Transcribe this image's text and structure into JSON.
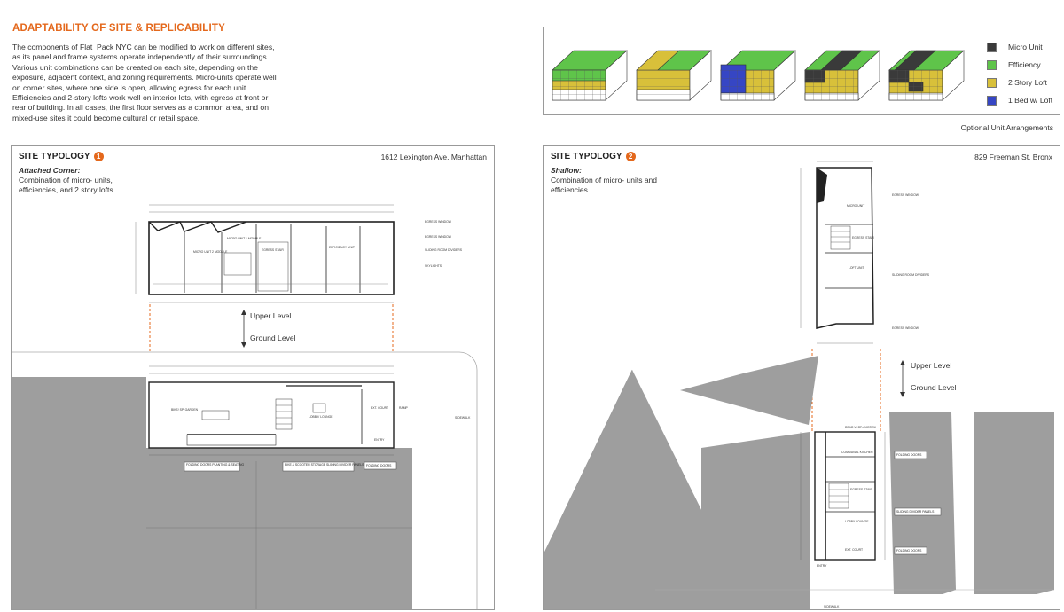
{
  "header": {
    "title": "ADAPTABILITY OF SITE & REPLICABILITY",
    "intro": "The components of Flat_Pack NYC can be modified to work on different sites, as its panel and frame systems operate independently of their surroundings. Various unit combinations can be created on each site, depending on the exposure, adjacent context, and zoning requirements. Micro-units operate well on corner sites, where one side is open, allowing egress for each unit. Efficiencies and 2-story lofts work well on interior lots, with egress at front or rear of building. In all cases, the first floor serves as a common area, and on mixed-use sites it could become cultural or retail space."
  },
  "arrangements": {
    "caption": "Optional Unit Arrangements",
    "legend": [
      {
        "label": "Micro Unit",
        "color": "#3a3a3a"
      },
      {
        "label": "Efficiency",
        "color": "#5fc44a"
      },
      {
        "label": "2 Story Loft",
        "color": "#d8c03a"
      },
      {
        "label": "1 Bed w/ Loft",
        "color": "#3646c4"
      }
    ]
  },
  "site1": {
    "label": "SITE TYPOLOGY",
    "number": "1",
    "address": "1612 Lexington Ave. Manhattan",
    "type": "Attached Corner:",
    "description": "Combination of micro- units, efficiencies, and 2 story lofts",
    "upper": "Upper Level",
    "ground": "Ground Level",
    "plan_labels": {
      "micro2": "MICRO UNIT 2 MODULE",
      "micro1": "MICRO UNIT 1 MODULE",
      "egress_stair": "EGRESS STAIR",
      "efficiency": "EFFICIENCY UNIT",
      "egress_window": "EGRESS WINDOW",
      "sliding": "SLIDING ROOM DIVIDERS",
      "skylights": "SKYLIGHTS",
      "bike_garden": "BIKE/ SP. GARDEN",
      "lobby": "LOBBY/ LOUNGE",
      "ext_court": "EXT. COURT",
      "ramp": "RAMP",
      "entry": "ENTRY",
      "sidewalk": "SIDEWALK",
      "folding1": "FOLDING DOORS PLANTING & SEATING",
      "bike_storage": "BIKE & SCOOTER STORAGE SLIDING DIVIDER PANELS",
      "folding2": "FOLDING DOORS"
    }
  },
  "site2": {
    "label": "SITE TYPOLOGY",
    "number": "2",
    "address": "829 Freeman St. Bronx",
    "type": "Shallow:",
    "description": "Combination of micro- units and efficiencies",
    "upper": "Upper Level",
    "ground": "Ground Level",
    "plan_labels": {
      "micro": "MICRO UNIT",
      "egress_stair": "EGRESS STAIR",
      "loft": "LOFT UNIT",
      "egress_window": "EGRESS WINDOW",
      "sliding": "SLIDING ROOM DIVIDERS",
      "rear_yard": "REAR YARD GARDEN",
      "communal": "COMMUNAL KITCHEN",
      "lobby": "LOBBY LOUNGE",
      "ext_court": "EXT. COURT",
      "entry": "ENTRY",
      "sidewalk": "SIDEWALK",
      "folding_a": "FOLDING DOORS",
      "sliding_b": "SLIDING DIVIDER PANELS",
      "folding_c": "FOLDING DOORS"
    }
  }
}
